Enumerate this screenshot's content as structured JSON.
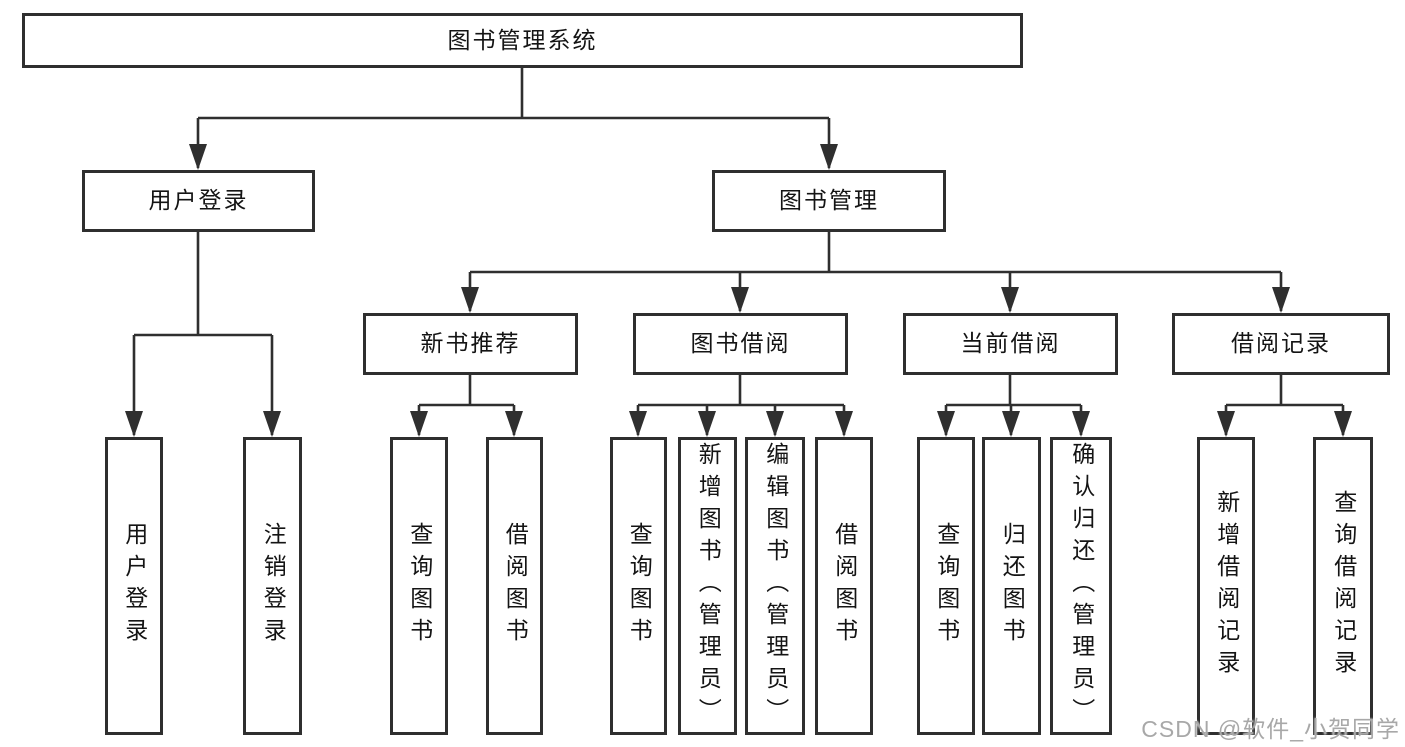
{
  "diagram": {
    "nodes": [
      {
        "id": "root",
        "label": "图书管理系统",
        "parent": null
      },
      {
        "id": "user-login",
        "label": "用户登录",
        "parent": "root"
      },
      {
        "id": "book-mgmt",
        "label": "图书管理",
        "parent": "root"
      },
      {
        "id": "leaf-user-login",
        "label": "用户登录",
        "parent": "user-login"
      },
      {
        "id": "leaf-logout",
        "label": "注销登录",
        "parent": "user-login"
      },
      {
        "id": "new-book-rec",
        "label": "新书推荐",
        "parent": "book-mgmt"
      },
      {
        "id": "book-borrow",
        "label": "图书借阅",
        "parent": "book-mgmt"
      },
      {
        "id": "current-borrow",
        "label": "当前借阅",
        "parent": "book-mgmt"
      },
      {
        "id": "borrow-records",
        "label": "借阅记录",
        "parent": "book-mgmt"
      },
      {
        "id": "rec-query-book",
        "label": "查询图书",
        "parent": "new-book-rec"
      },
      {
        "id": "rec-borrow-book",
        "label": "借阅图书",
        "parent": "new-book-rec"
      },
      {
        "id": "bb-query-book",
        "label": "查询图书",
        "parent": "book-borrow"
      },
      {
        "id": "bb-add-book",
        "label": "新增图书（管理员）",
        "parent": "book-borrow"
      },
      {
        "id": "bb-edit-book",
        "label": "编辑图书（管理员）",
        "parent": "book-borrow"
      },
      {
        "id": "bb-borrow-book",
        "label": "借阅图书",
        "parent": "book-borrow"
      },
      {
        "id": "cb-query-book",
        "label": "查询图书",
        "parent": "current-borrow"
      },
      {
        "id": "cb-return-book",
        "label": "归还图书",
        "parent": "current-borrow"
      },
      {
        "id": "cb-confirm-return",
        "label": "确认归还（管理员）",
        "parent": "current-borrow"
      },
      {
        "id": "br-add-record",
        "label": "新增借阅记录",
        "parent": "borrow-records"
      },
      {
        "id": "br-query-record",
        "label": "查询借阅记录",
        "parent": "borrow-records"
      }
    ],
    "colors": {
      "line": "#2f2f2f",
      "box_border": "#2f2f2f",
      "box_fill": "#ffffff",
      "text": "#141414",
      "watermark": "#a8a8a8"
    }
  },
  "watermark": {
    "text": "CSDN @软件_小贺同学"
  }
}
